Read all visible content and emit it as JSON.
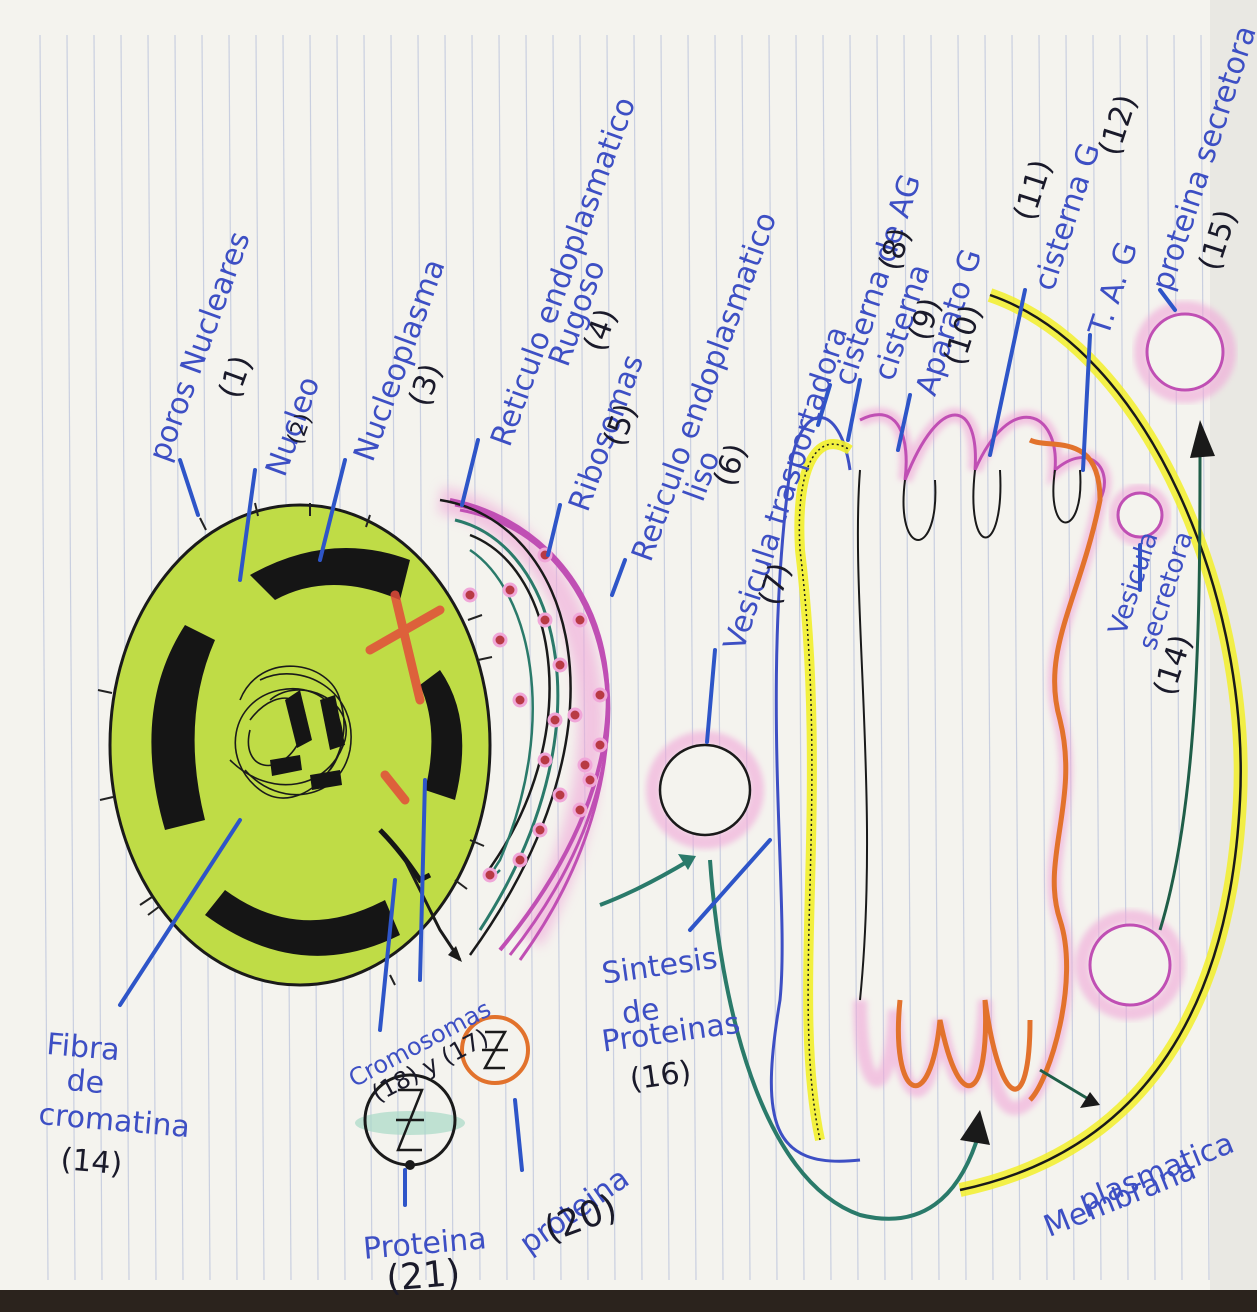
{
  "colors": {
    "paper": "#f4f3ee",
    "rule_line": "#c9cfe0",
    "label_ink": "#3d4fc4",
    "leader_line": "#2e55c8",
    "nucleus_fill": "#bfdc46",
    "chromatin_black": "#151515",
    "magenta": "#c04fb4",
    "pink_glow": "#f0a6d8",
    "teal": "#2a7a6a",
    "orange": "#e2722c",
    "yellow": "#f2ef2a",
    "red": "#e34c3a",
    "dark_green": "#1f5e48"
  },
  "labels": {
    "poros": "poros Nucleares",
    "poros_num": "(1)",
    "nucleo": "Nucleo",
    "nucleo_num": "(2)",
    "nucleoplasma": "Nucleoplasma",
    "nucleoplasma_num": "(3)",
    "rer": "Reticulo endoplasmatico",
    "rer2": "Rugoso",
    "rer_num": "(4)",
    "ribosomas": "Ribosomas",
    "ribosomas_num": "(5)",
    "rel": "Reticulo endoplasmatico",
    "rel2": "liso",
    "rel_num": "(6)",
    "vesicula_t": "Vesicula trasportadora",
    "vesicula_t_num": "(7)",
    "cisterna_ag": "cisterna de AG",
    "cisterna_ag_num": "(8)",
    "cisterna": "cisterna",
    "cisterna_num": "(9)",
    "aparato": "Aparato G",
    "aparato_num": "(10)",
    "cisterna_g": "cisterna G",
    "cisterna_g_num": "(11)",
    "tag": "T. A. G",
    "tag_num": "(12)",
    "proteina_secretora": "proteina secretora",
    "proteina_secretora_num": "(15)",
    "vesicula_s1": "Vesicula",
    "vesicula_s2": "secretora",
    "vesicula_s_num": "(14)",
    "membrana1": "Membrana",
    "membrana2": "plasmatica",
    "sintesis1": "Sintesis",
    "sintesis2": "de",
    "sintesis3": "Proteinas",
    "sintesis_num": "(16)",
    "cromosomas": "Cromosomas",
    "cromosomas_num": "(18) y (17)",
    "proteina20": "proteina",
    "proteina20_num": "(20)",
    "proteina21": "Proteina",
    "proteina21_num": "(21)",
    "fibra1": "Fibra",
    "fibra2": "de",
    "fibra3": "cromatina",
    "fibra_num": "(14)"
  }
}
